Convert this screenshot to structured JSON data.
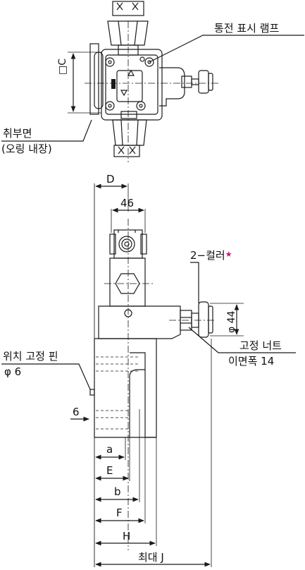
{
  "labels": {
    "indicator_lamp": "통전 표시 램프",
    "dim_c": "□C",
    "mount_face_1": "취부면",
    "mount_face_2": "(오링 내장)",
    "dim_d": "D",
    "dim_46": "46",
    "collar_prefix": "2−컬러",
    "collar_star": "★",
    "dim_phi44": "φ 44",
    "lock_nut_1": "고정 너트",
    "lock_nut_2": "이면폭 14",
    "pin_1": "위치 고정 핀",
    "pin_2": "φ 6",
    "dim_6": "6",
    "dim_a": "a",
    "dim_e": "E",
    "dim_b": "b",
    "dim_f": "F",
    "dim_h": "H",
    "dim_maxj": "최대 J"
  },
  "colors": {
    "line": "#1a1a1a",
    "accent_star": "#c0137a"
  }
}
